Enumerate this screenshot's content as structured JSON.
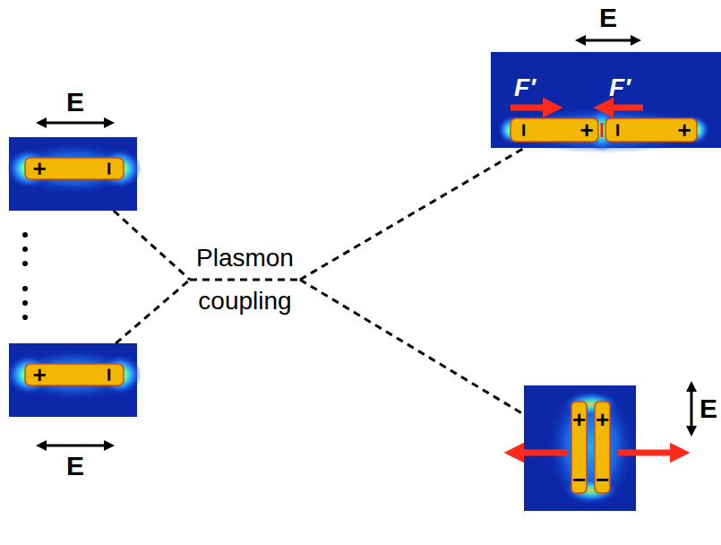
{
  "diagram": {
    "nodes": [
      {
        "text": [
          "+",
          "−"
        ]
      },
      {
        "text": [
          "+",
          "−"
        ]
      },
      {
        "text": [
          "Plasmon",
          "coupling"
        ]
      },
      {
        "text": [
          "−",
          "+",
          "−",
          "+"
        ]
      },
      {
        "text": [
          "+",
          "+",
          "−",
          "−"
        ]
      }
    ],
    "edges": [
      {
        "from": 0,
        "to": 2,
        "arrow": "none"
      },
      {
        "from": 1,
        "to": 2,
        "arrow": "none"
      },
      {
        "from": 2,
        "to": 3,
        "arrow": "none"
      },
      {
        "from": 2,
        "to": 4,
        "arrow": "none"
      }
    ],
    "labels": [
      "E",
      "E",
      "E",
      "F′",
      "F′",
      "E"
    ]
  }
}
